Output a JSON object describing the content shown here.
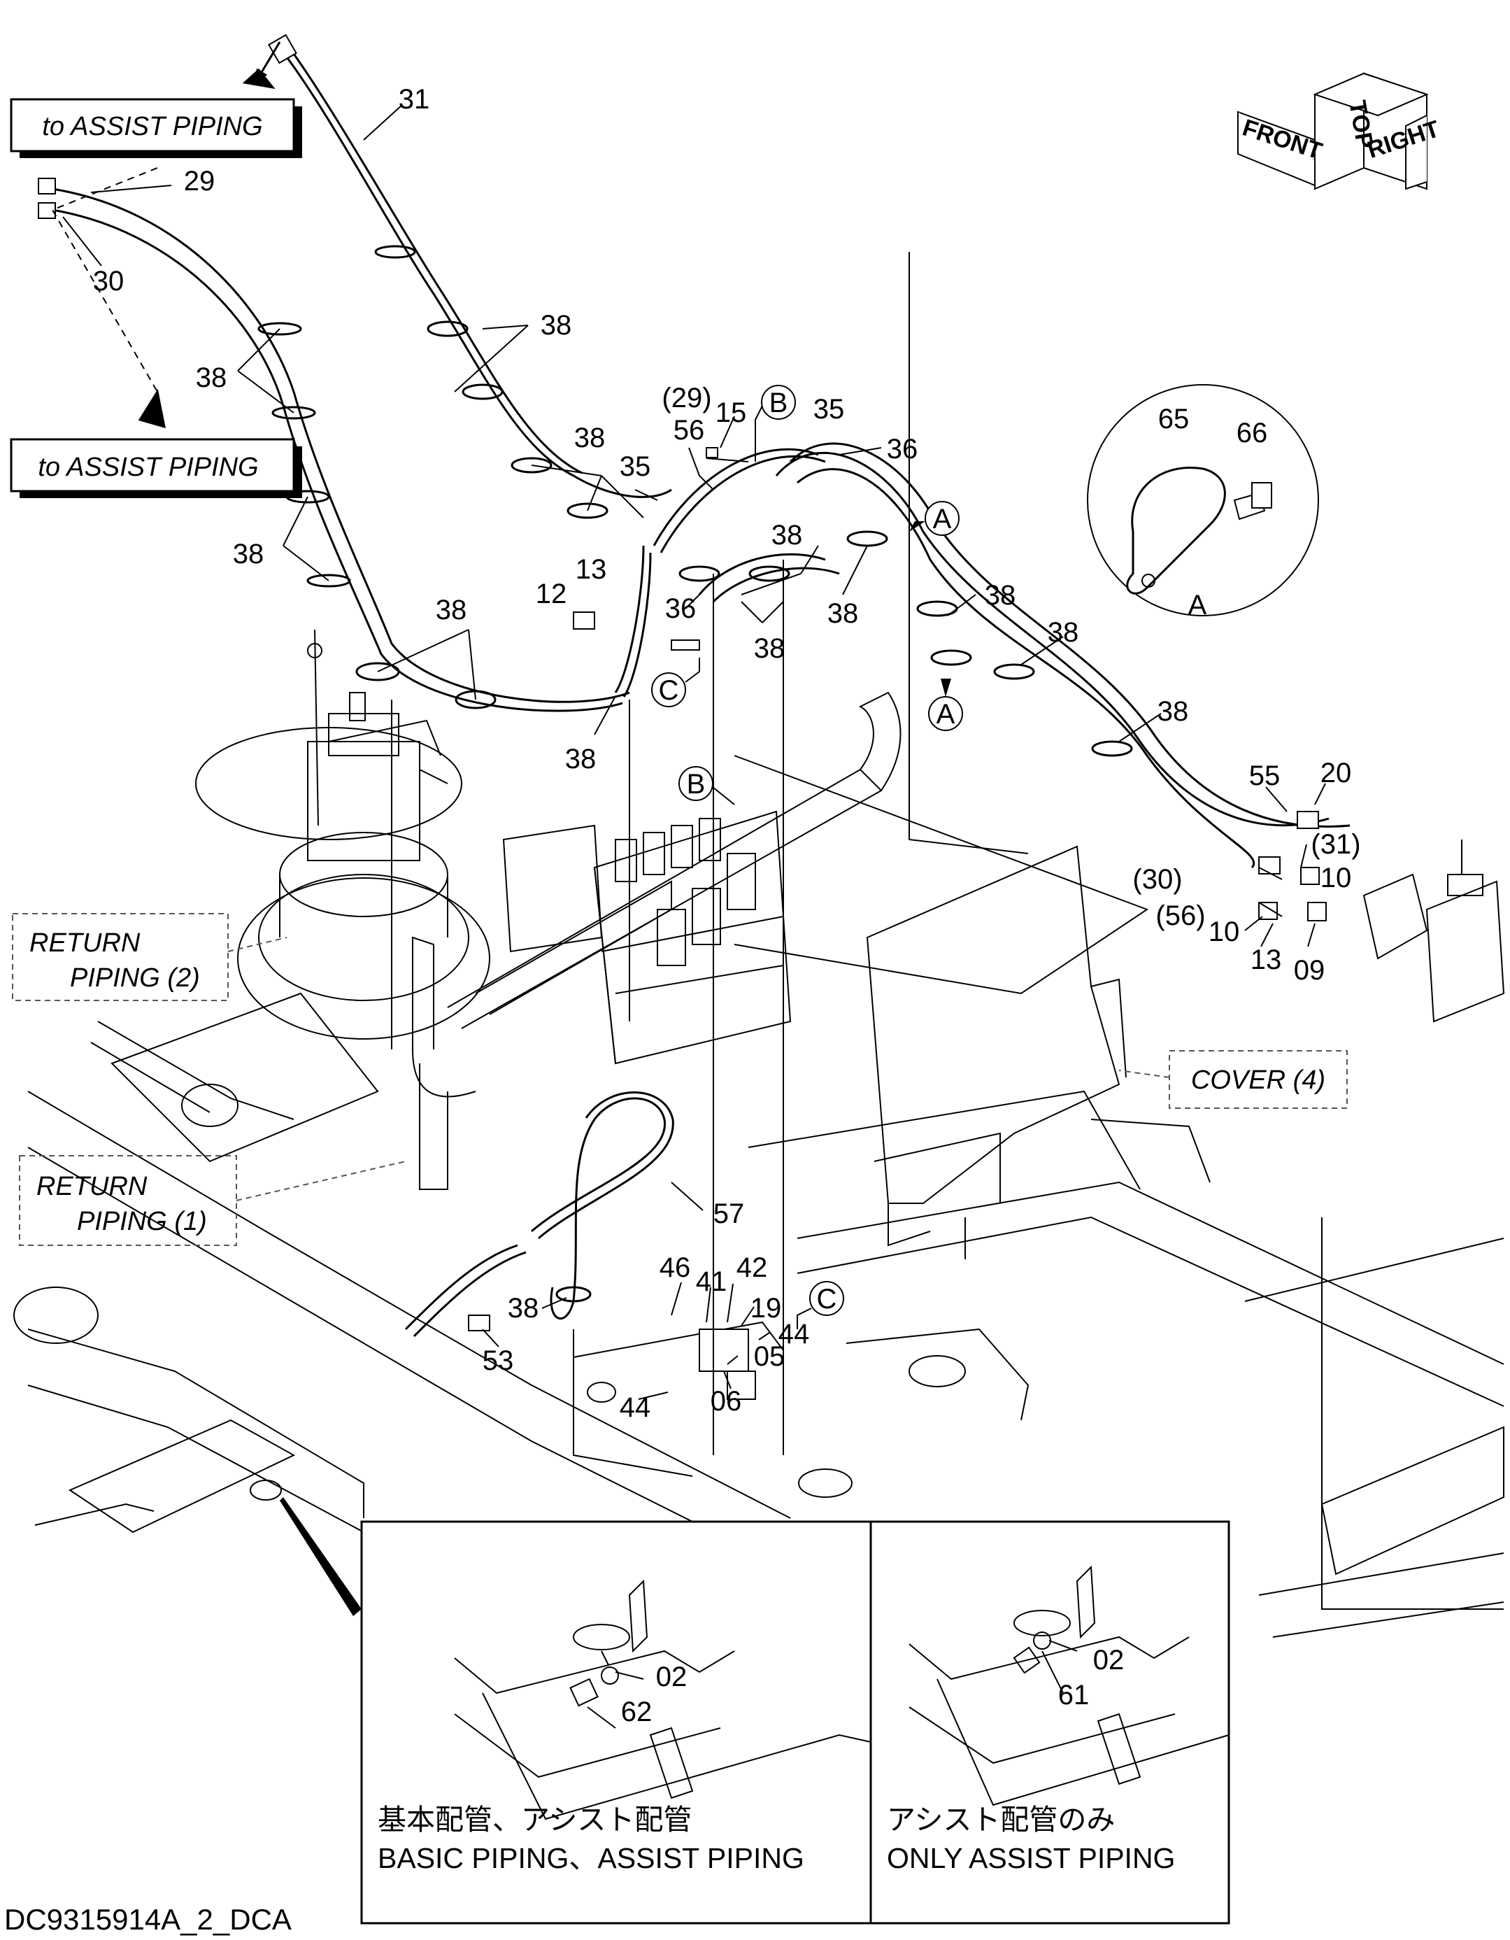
{
  "callouts": {
    "c31": "31",
    "c29": "29",
    "c30": "30",
    "c38": "38",
    "c29p": "(29)",
    "c15": "15",
    "c35": "35",
    "c56": "56",
    "c36": "36",
    "c13": "13",
    "c12": "12",
    "c65": "65",
    "c66": "66",
    "c55": "55",
    "c20": "20",
    "c31p": "(31)",
    "c30p": "(30)",
    "c56p": "(56)",
    "c10": "10",
    "c09": "09",
    "c57": "57",
    "c46": "46",
    "c41": "41",
    "c42": "42",
    "c19": "19",
    "c44": "44",
    "c05": "05",
    "c06": "06",
    "c53": "53",
    "c02": "02",
    "c62": "62",
    "c61": "61"
  },
  "markers": {
    "A": "A",
    "B": "B",
    "C": "C"
  },
  "detail_label": "A",
  "boxed_labels": {
    "assist_top": "to ASSIST PIPING",
    "assist_mid": "to ASSIST PIPING",
    "return2_line1": "RETURN",
    "return2_line2": "PIPING (2)",
    "return1_line1": "RETURN",
    "return1_line2": "PIPING (1)",
    "cover": "COVER (4)"
  },
  "orientation": {
    "top": "TOP",
    "front": "FRONT",
    "right": "RIGHT"
  },
  "inset_left": {
    "caption_jp": "基本配管、アシスト配管",
    "caption_en": "BASIC PIPING、ASSIST PIPING"
  },
  "inset_right": {
    "caption_jp": "アシスト配管のみ",
    "caption_en": "ONLY ASSIST PIPING"
  },
  "drawing_id": "DC9315914A_2_DCA"
}
